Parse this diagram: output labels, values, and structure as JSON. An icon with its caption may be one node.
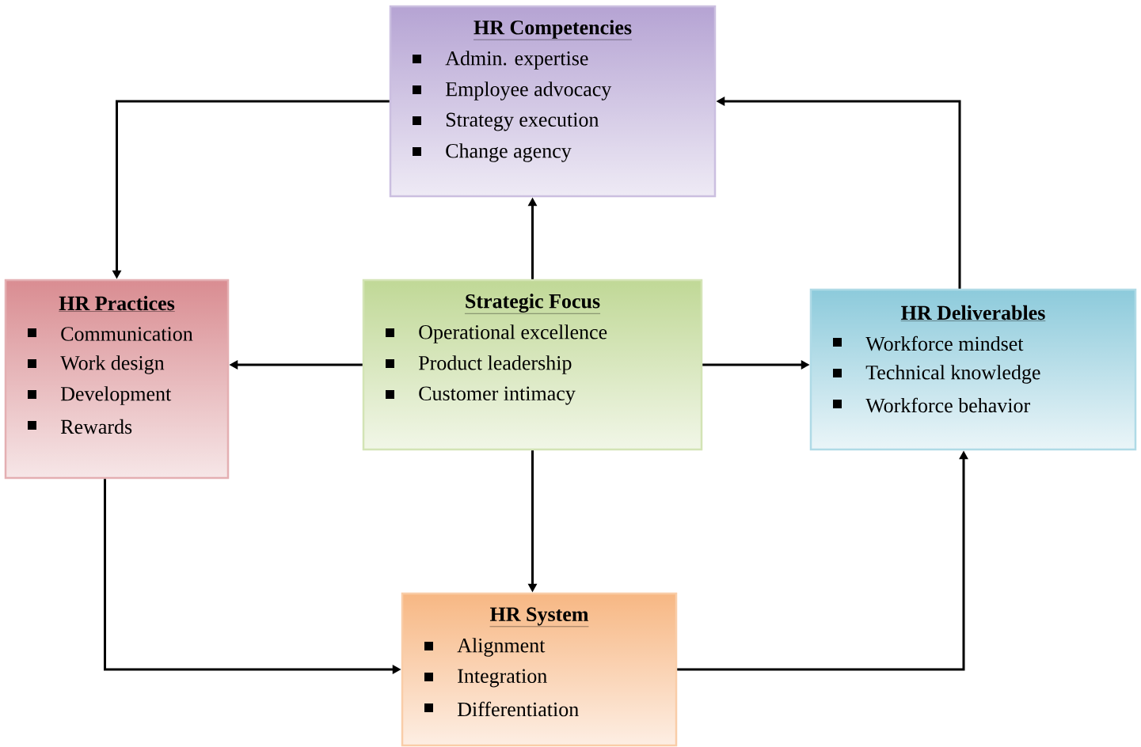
{
  "diagram": {
    "nodes": [
      {
        "text": [
          "HR Competencies",
          "Admin. expertise",
          "Employee advocacy",
          "Strategy execution",
          "Change agency"
        ]
      },
      {
        "text": [
          "HR Practices",
          "Communication",
          "Work design",
          "Development",
          "Rewards"
        ]
      },
      {
        "text": [
          "Strategic Focus",
          "Operational excellence",
          "Product leadership",
          "Customer intimacy"
        ]
      },
      {
        "text": [
          "HR Deliverables",
          "Workforce mindset",
          "Technical knowledge",
          "Workforce behavior"
        ]
      },
      {
        "text": [
          "HR System",
          "Alignment",
          "Integration",
          "Differentiation"
        ]
      }
    ],
    "edges": [
      {
        "from": 0,
        "to": 1,
        "arrow": "to"
      },
      {
        "from": 2,
        "to": 0,
        "arrow": "to"
      },
      {
        "from": 2,
        "to": 1,
        "arrow": "to"
      },
      {
        "from": 2,
        "to": 3,
        "arrow": "to"
      },
      {
        "from": 2,
        "to": 4,
        "arrow": "to"
      },
      {
        "from": 1,
        "to": 4,
        "arrow": "to"
      },
      {
        "from": 4,
        "to": 3,
        "arrow": "to"
      },
      {
        "from": 3,
        "to": 0,
        "arrow": "to"
      }
    ]
  }
}
